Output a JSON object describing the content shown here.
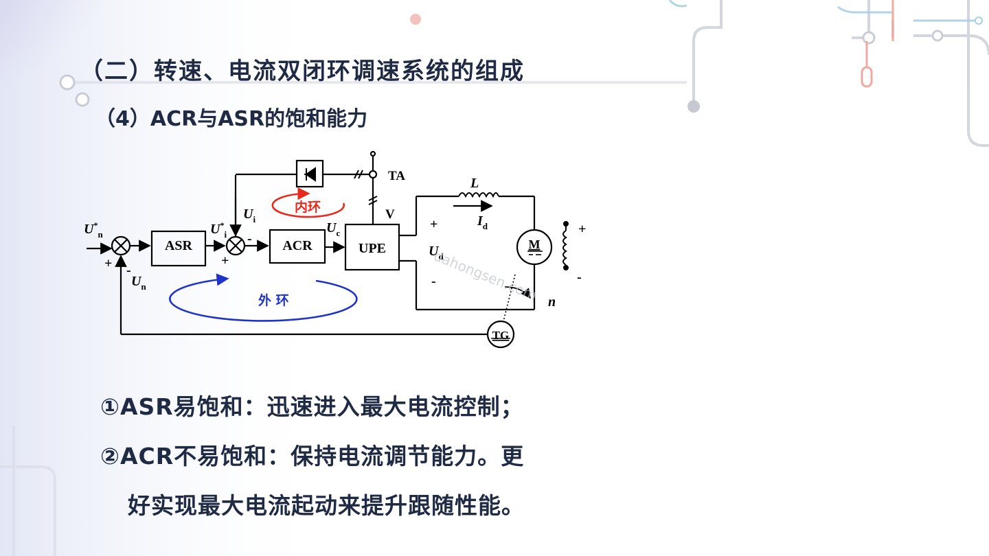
{
  "slide": {
    "title": "（二）转速、电流双闭环调速系统的组成",
    "subtitle": "（4）ACR与ASR的饱和能力"
  },
  "diagram": {
    "asr": "ASR",
    "acr": "ACR",
    "upe": "UPE",
    "ta": "TA",
    "v": "V",
    "L": "L",
    "motor": "M",
    "tg": "TG",
    "n_speed": "n",
    "inner_loop": "内环",
    "outer_loop": "外 环",
    "un_star": "U",
    "un_star_sup": "*",
    "un_star_sub": "n",
    "ui_star": "U",
    "ui_star_sup": "*",
    "ui_star_sub": "i",
    "ui": "U",
    "ui_sub": "i",
    "uc": "U",
    "uc_sub": "c",
    "un": "U",
    "un_sub": "n",
    "ud": "U",
    "ud_sub": "d",
    "id": "I",
    "id_sub": "d",
    "plus": "+",
    "minus": "-",
    "watermark": "dahongsen.com",
    "colors": {
      "inner": "#e8291c",
      "outer": "#1f33c8",
      "line": "#000000"
    }
  },
  "bullets": {
    "b1": "①ASR易饱和：迅速进入最大电流控制；",
    "b2": "②ACR不易饱和：保持电流调节能力。更",
    "b3": "好实现最大电流起动来提升跟随性能。"
  }
}
